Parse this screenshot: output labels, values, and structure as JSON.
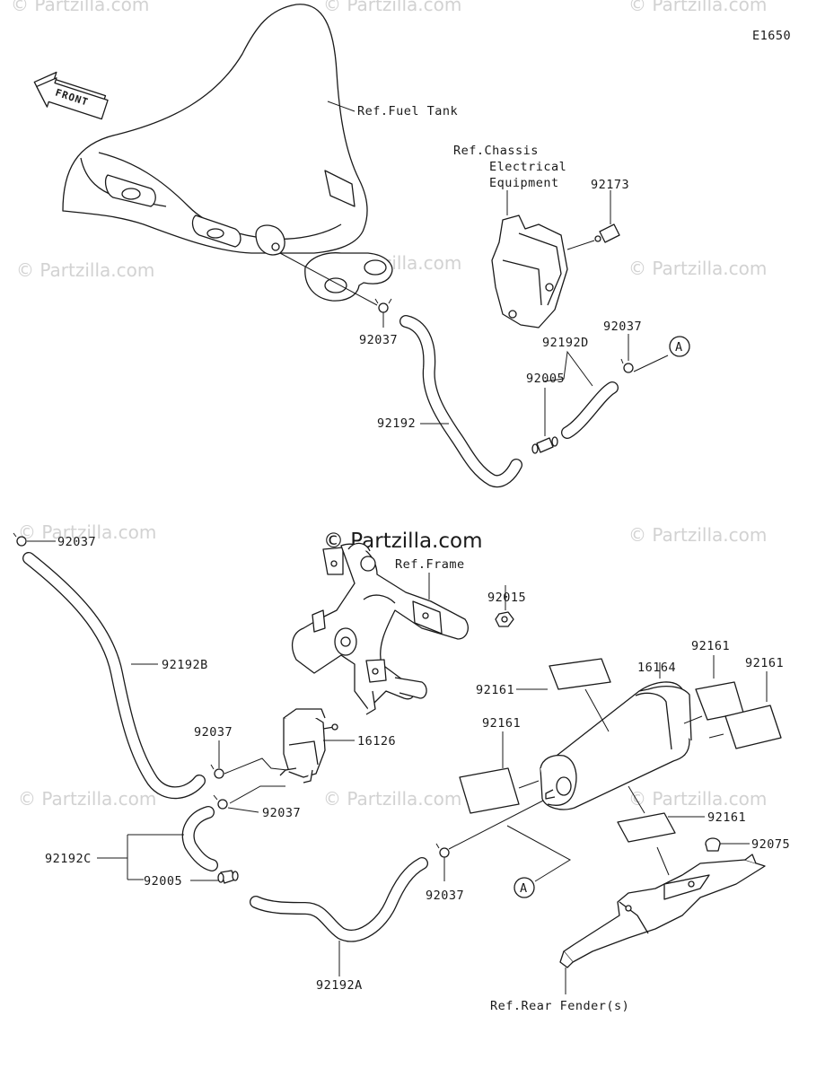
{
  "diagram_code": "E1650",
  "front_arrow": "FRONT",
  "watermark": "© Partzilla.com",
  "watermark_center": "© Partzilla.com",
  "ref_labels": {
    "fuel_tank": "Ref.Fuel Tank",
    "chassis_1": "Ref.Chassis",
    "chassis_2": "Electrical",
    "chassis_3": "Equipment",
    "frame": "Ref.Frame",
    "rear_fender": "Ref.Rear Fender(s)"
  },
  "callout_A": "A",
  "parts": {
    "p92173": "92173",
    "p92037_tank": "92037",
    "p92037_upper": "92037",
    "p92192D": "92192D",
    "p92005_upper": "92005",
    "p92192": "92192",
    "p92037_left": "92037",
    "p92192B": "92192B",
    "p92015": "92015",
    "p16164": "16164",
    "p92161_a": "92161",
    "p92161_b": "92161",
    "p92161_c": "92161",
    "p92161_d": "92161",
    "p92161_e": "92161",
    "p92037_mid": "92037",
    "p16126": "16126",
    "p92037_mid2": "92037",
    "p92192C": "92192C",
    "p92005_lower": "92005",
    "p92037_canister": "92037",
    "p92075": "92075",
    "p92192A": "92192A"
  }
}
